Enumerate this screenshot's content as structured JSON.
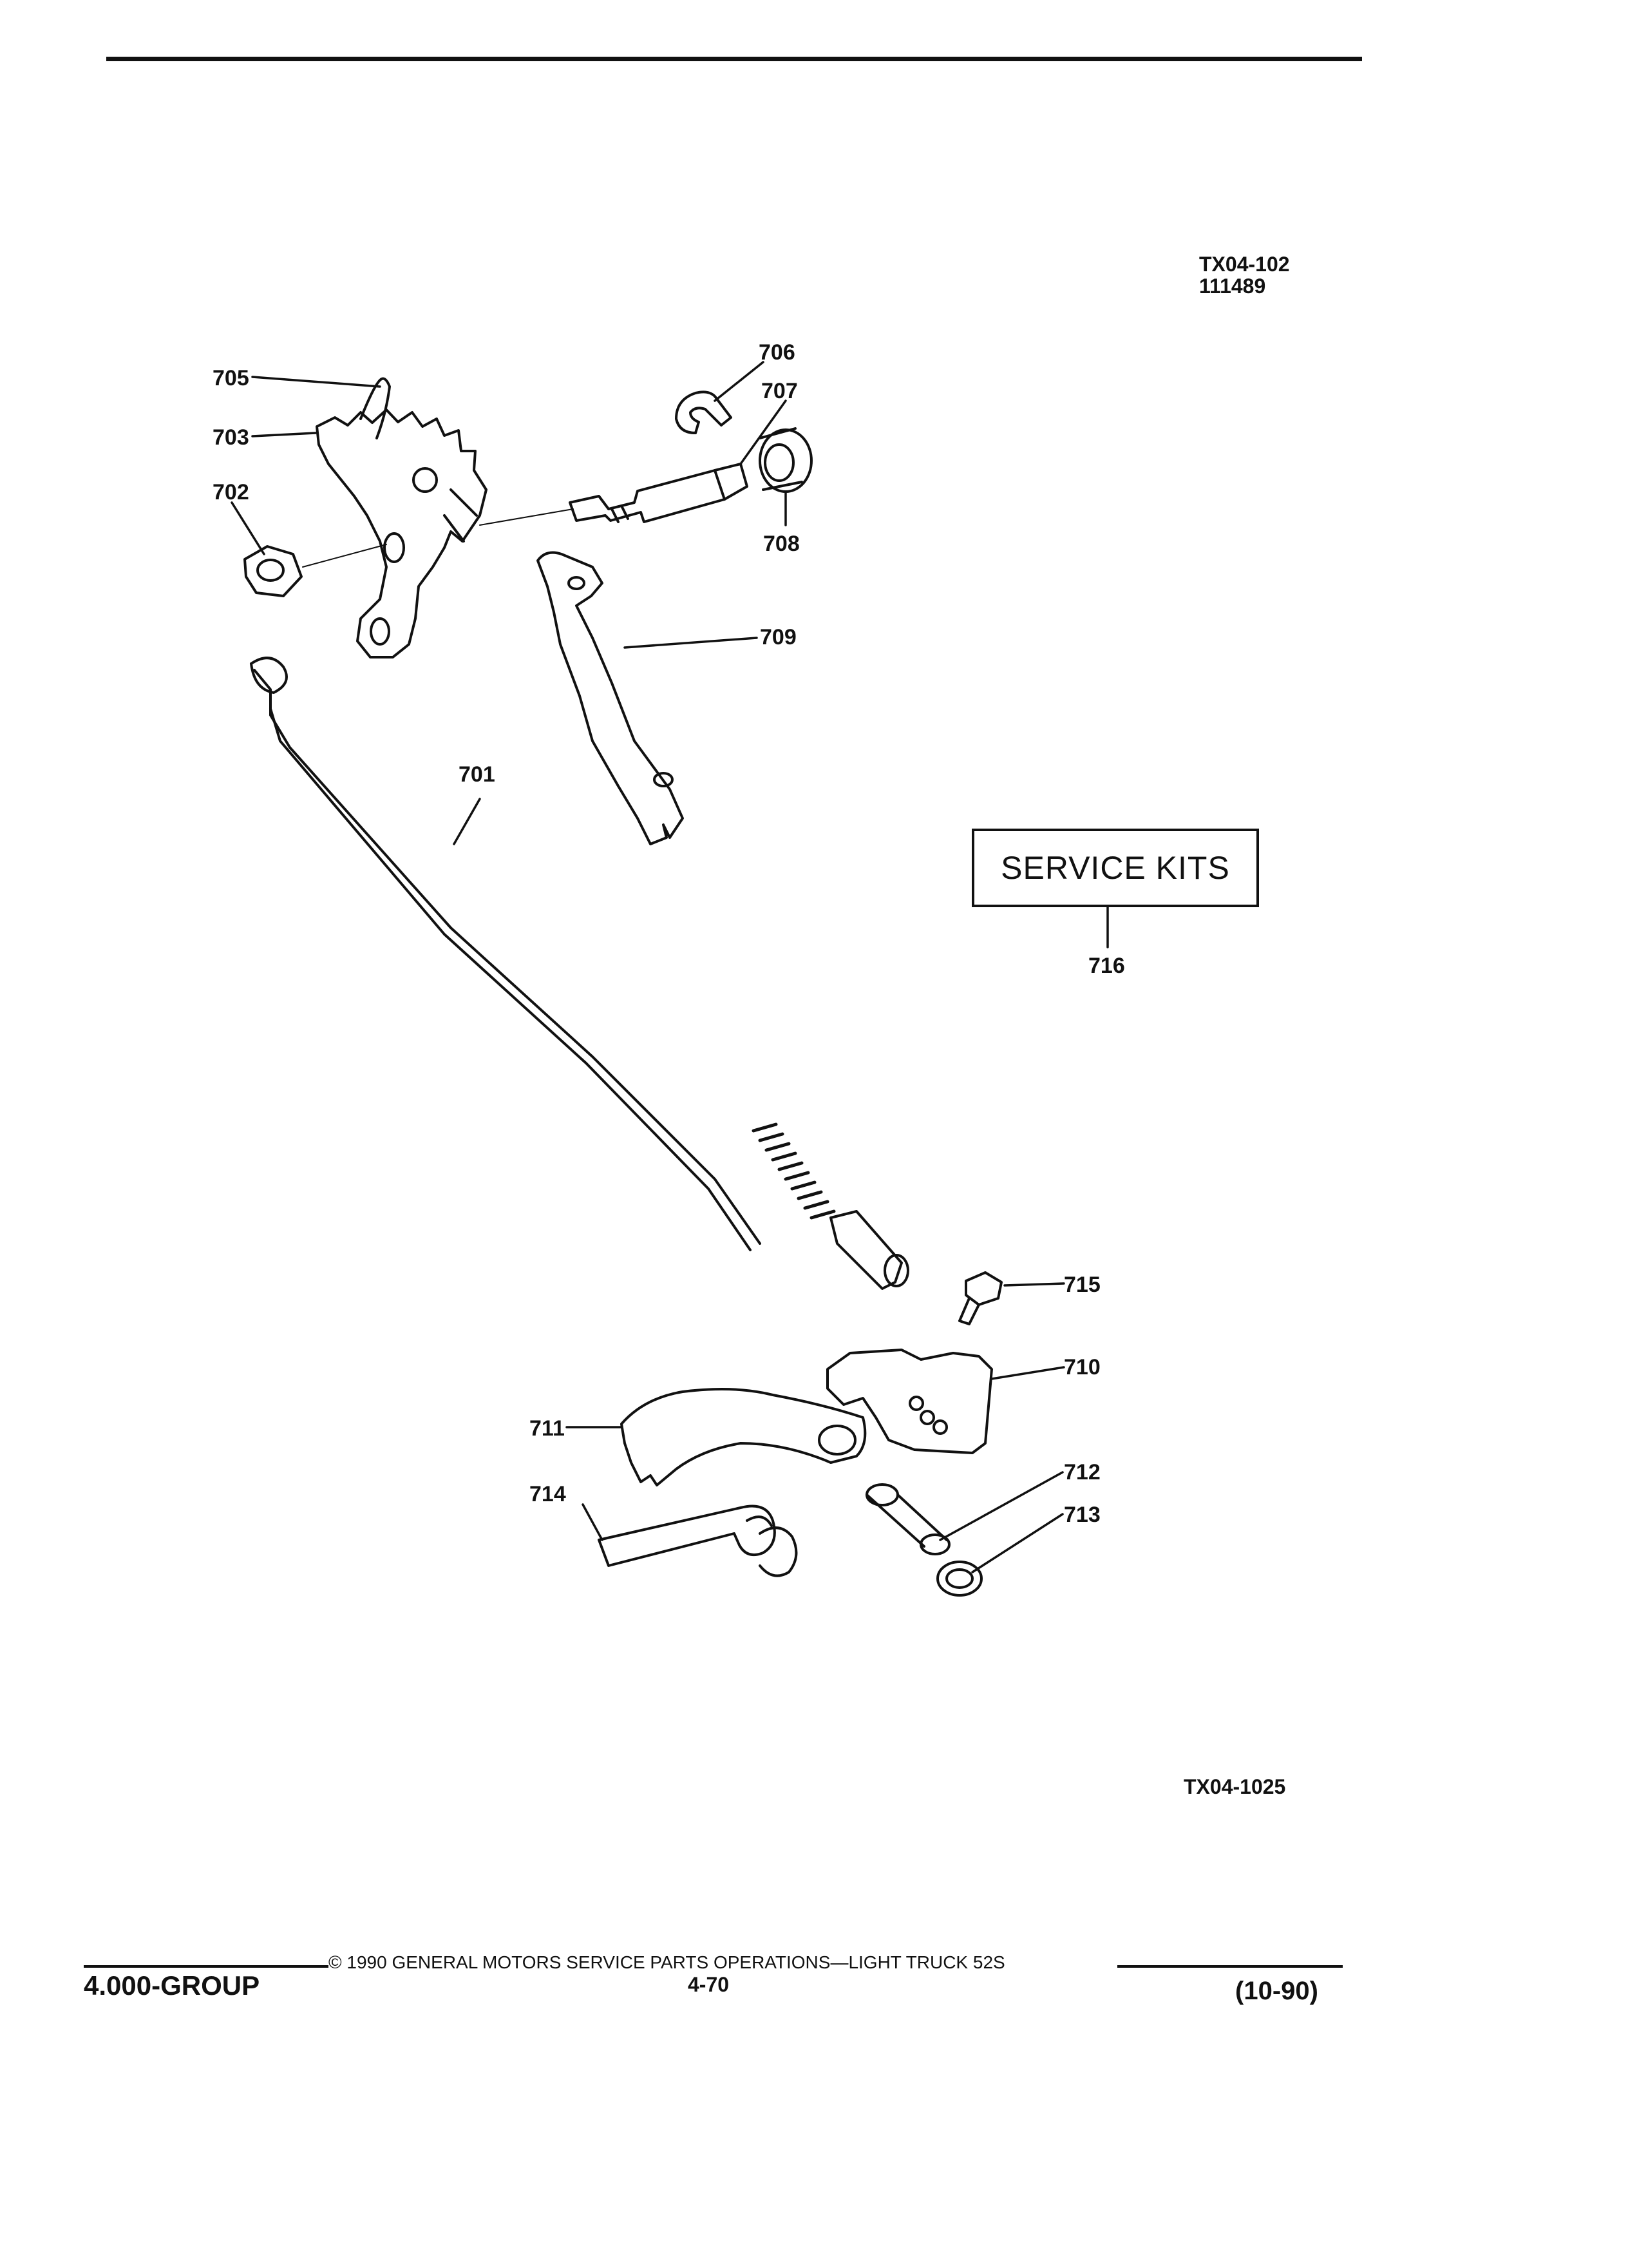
{
  "header": {
    "code": "TX04-102",
    "date_code": "111489"
  },
  "parts": [
    {
      "id": "701"
    },
    {
      "id": "702"
    },
    {
      "id": "703"
    },
    {
      "id": "705"
    },
    {
      "id": "706"
    },
    {
      "id": "707"
    },
    {
      "id": "708"
    },
    {
      "id": "709"
    },
    {
      "id": "710"
    },
    {
      "id": "711"
    },
    {
      "id": "712"
    },
    {
      "id": "713"
    },
    {
      "id": "714"
    },
    {
      "id": "715"
    },
    {
      "id": "716"
    }
  ],
  "service_kits": {
    "label": "SERVICE KITS",
    "part": "716"
  },
  "figure_code": "TX04-1025",
  "footer": {
    "copyright": "© 1990 GENERAL MOTORS SERVICE PARTS OPERATIONS—LIGHT TRUCK 52S",
    "group": "4.000-GROUP",
    "page_number": "4-70",
    "revision": "(10-90)"
  }
}
